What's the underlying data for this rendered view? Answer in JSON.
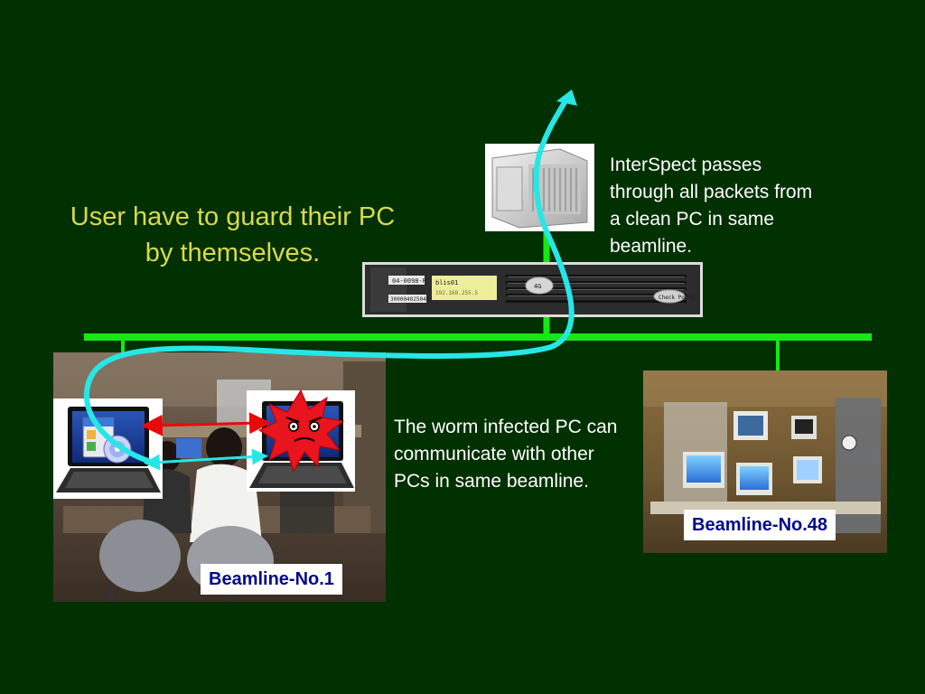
{
  "slide": {
    "title": "User have to guard their PC by themselves.",
    "note_intersect": "InterSpect passes through all packets from a clean PC in same beamline.",
    "note_worm": "The worm infected PC can communicate with other PCs in same beamline."
  },
  "beamline_1": {
    "label": "Beamline-No.1"
  },
  "beamline_48": {
    "label": "Beamline-No.48"
  },
  "server": {
    "host": "blis01",
    "ip": "192.168.255.5",
    "asset_tag": "04-0098-R",
    "serial": "300004025040",
    "model_badge": "4G",
    "brand": "Check Point"
  },
  "colors": {
    "background": "#013001",
    "title": "#d9d94a",
    "network_line": "#16e816",
    "flow_arrow": "#27e6e6",
    "worm_arrow": "#e80a0a",
    "label_text": "#000a8c",
    "worm_burst": "#e8141e"
  },
  "icons": {
    "clean_pc": "installer-cd-icon",
    "infected_pc": "angry-worm-icon",
    "gateway": "server-chassis-icon"
  }
}
